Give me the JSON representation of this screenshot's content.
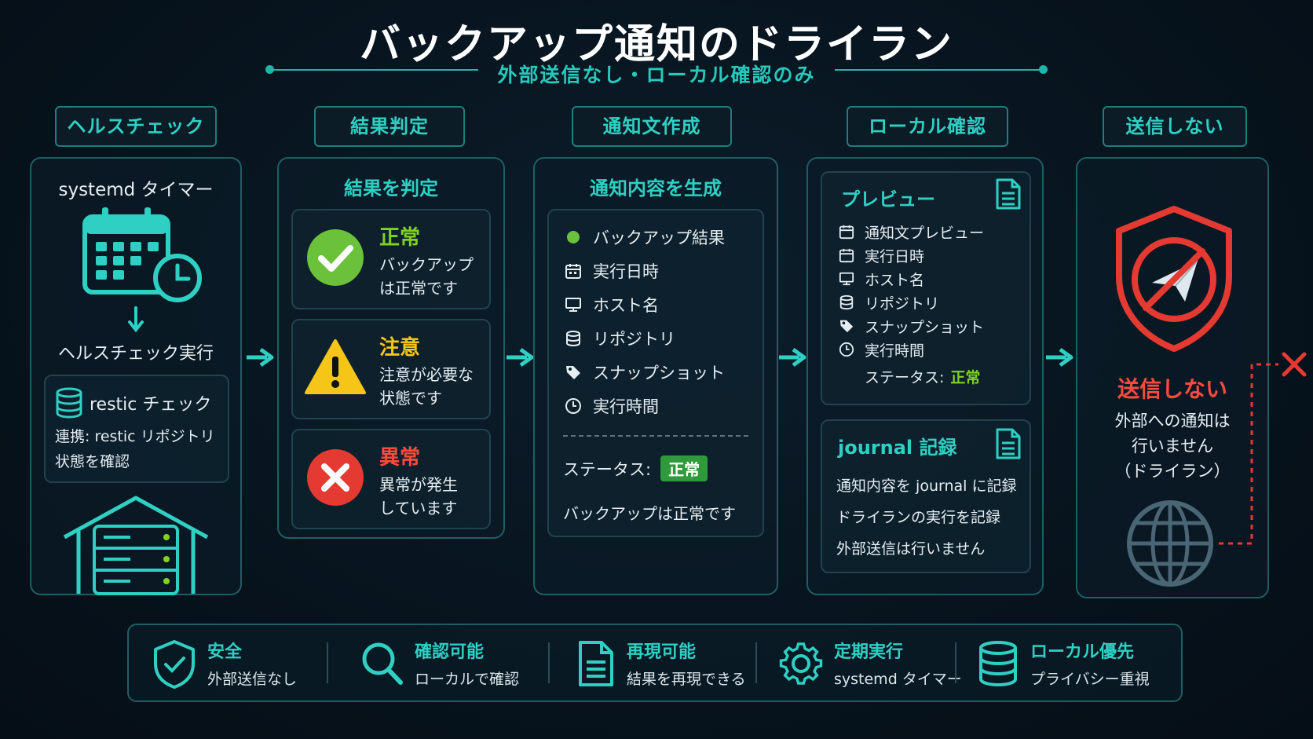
{
  "header": {
    "title": "バックアップ通知のドライラン",
    "subtitle": "外部送信なし・ローカル確認のみ"
  },
  "steps": [
    {
      "tab": "ヘルスチェック"
    },
    {
      "tab": "結果判定"
    },
    {
      "tab": "通知文作成"
    },
    {
      "tab": "ローカル確認"
    },
    {
      "tab": "送信しない"
    }
  ],
  "health": {
    "timer_label": "systemd タイマー",
    "run_label": "ヘルスチェック実行",
    "restic_title": "restic チェック",
    "restic_desc1": "連携: restic リポジトリ",
    "restic_desc2": "状態を確認"
  },
  "judge": {
    "heading": "結果を判定",
    "items": [
      {
        "title": "正常",
        "line1": "バックアップ",
        "line2": "は正常です",
        "color": "#7ed321"
      },
      {
        "title": "注意",
        "line1": "注意が必要な",
        "line2": "状態です",
        "color": "#f5c518"
      },
      {
        "title": "異常",
        "line1": "異常が発生",
        "line2": "しています",
        "color": "#ff4b3e"
      }
    ]
  },
  "compose": {
    "heading": "通知内容を生成",
    "items": [
      "バックアップ結果",
      "実行日時",
      "ホスト名",
      "リポジトリ",
      "スナップショット",
      "実行時間"
    ],
    "status_label": "ステータス:",
    "status_value": "正常",
    "footer": "バックアップは正常です"
  },
  "local": {
    "preview_title": "プレビュー",
    "preview_items": [
      "通知文プレビュー",
      "実行日時",
      "ホスト名",
      "リポジトリ",
      "スナップショット",
      "実行時間"
    ],
    "status_label": "ステータス:",
    "status_value": "正常",
    "journal_title": "journal 記録",
    "journal_items": [
      "通知内容を journal に記録",
      "ドライランの実行を記録",
      "外部送信は行いません"
    ]
  },
  "nosend": {
    "title": "送信しない",
    "line1": "外部への通知は",
    "line2": "行いません",
    "line3": "（ドライラン）"
  },
  "features": [
    {
      "title": "安全",
      "sub": "外部送信なし",
      "icon": "shield-check-icon"
    },
    {
      "title": "確認可能",
      "sub": "ローカルで確認",
      "icon": "magnifier-icon"
    },
    {
      "title": "再現可能",
      "sub": "結果を再現できる",
      "icon": "document-icon"
    },
    {
      "title": "定期実行",
      "sub": "systemd タイマー",
      "icon": "gear-icon"
    },
    {
      "title": "ローカル優先",
      "sub": "プライバシー重視",
      "icon": "database-icon"
    }
  ],
  "colors": {
    "accent": "#2fd0c3",
    "ok": "#7ed321",
    "warn": "#f5c518",
    "error": "#ff4b3e",
    "badge": "#2f9a3b"
  }
}
